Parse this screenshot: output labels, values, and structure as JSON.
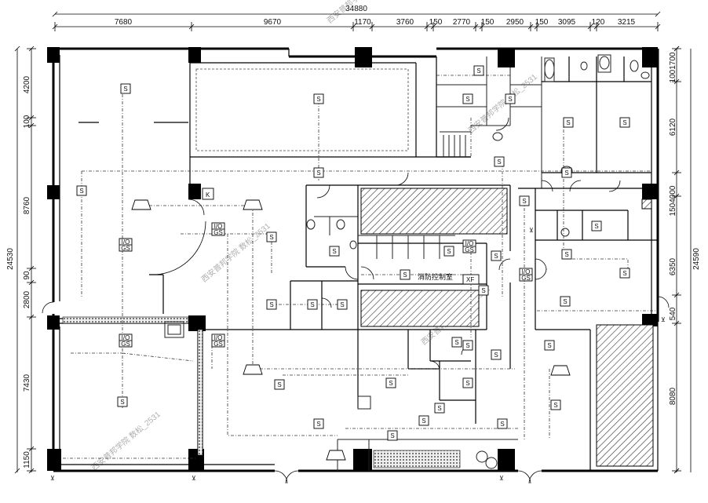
{
  "dims": {
    "total_top": "34880",
    "top": [
      "7680",
      "9670",
      "1170",
      "3760",
      "150",
      "2770",
      "150",
      "2950",
      "150",
      "3095",
      "120",
      "3215"
    ],
    "left_total": "24530",
    "left": [
      "4200",
      "100",
      "8760",
      "90",
      "2800",
      "7430",
      "1150"
    ],
    "right_total": "24590",
    "right": [
      "1001700",
      "6120",
      "1504000",
      "6350",
      "540",
      "8080"
    ]
  },
  "labels": {
    "fire_control_room": "消防控制室",
    "xf": "XF",
    "io_gs": [
      "I/O",
      "GS"
    ],
    "io": "I/O",
    "s": "S",
    "k": "K"
  },
  "symbol_counts": {
    "smoke_detector": 41,
    "io_module": 6
  },
  "watermark": "西安普邦学院 数松_2531"
}
